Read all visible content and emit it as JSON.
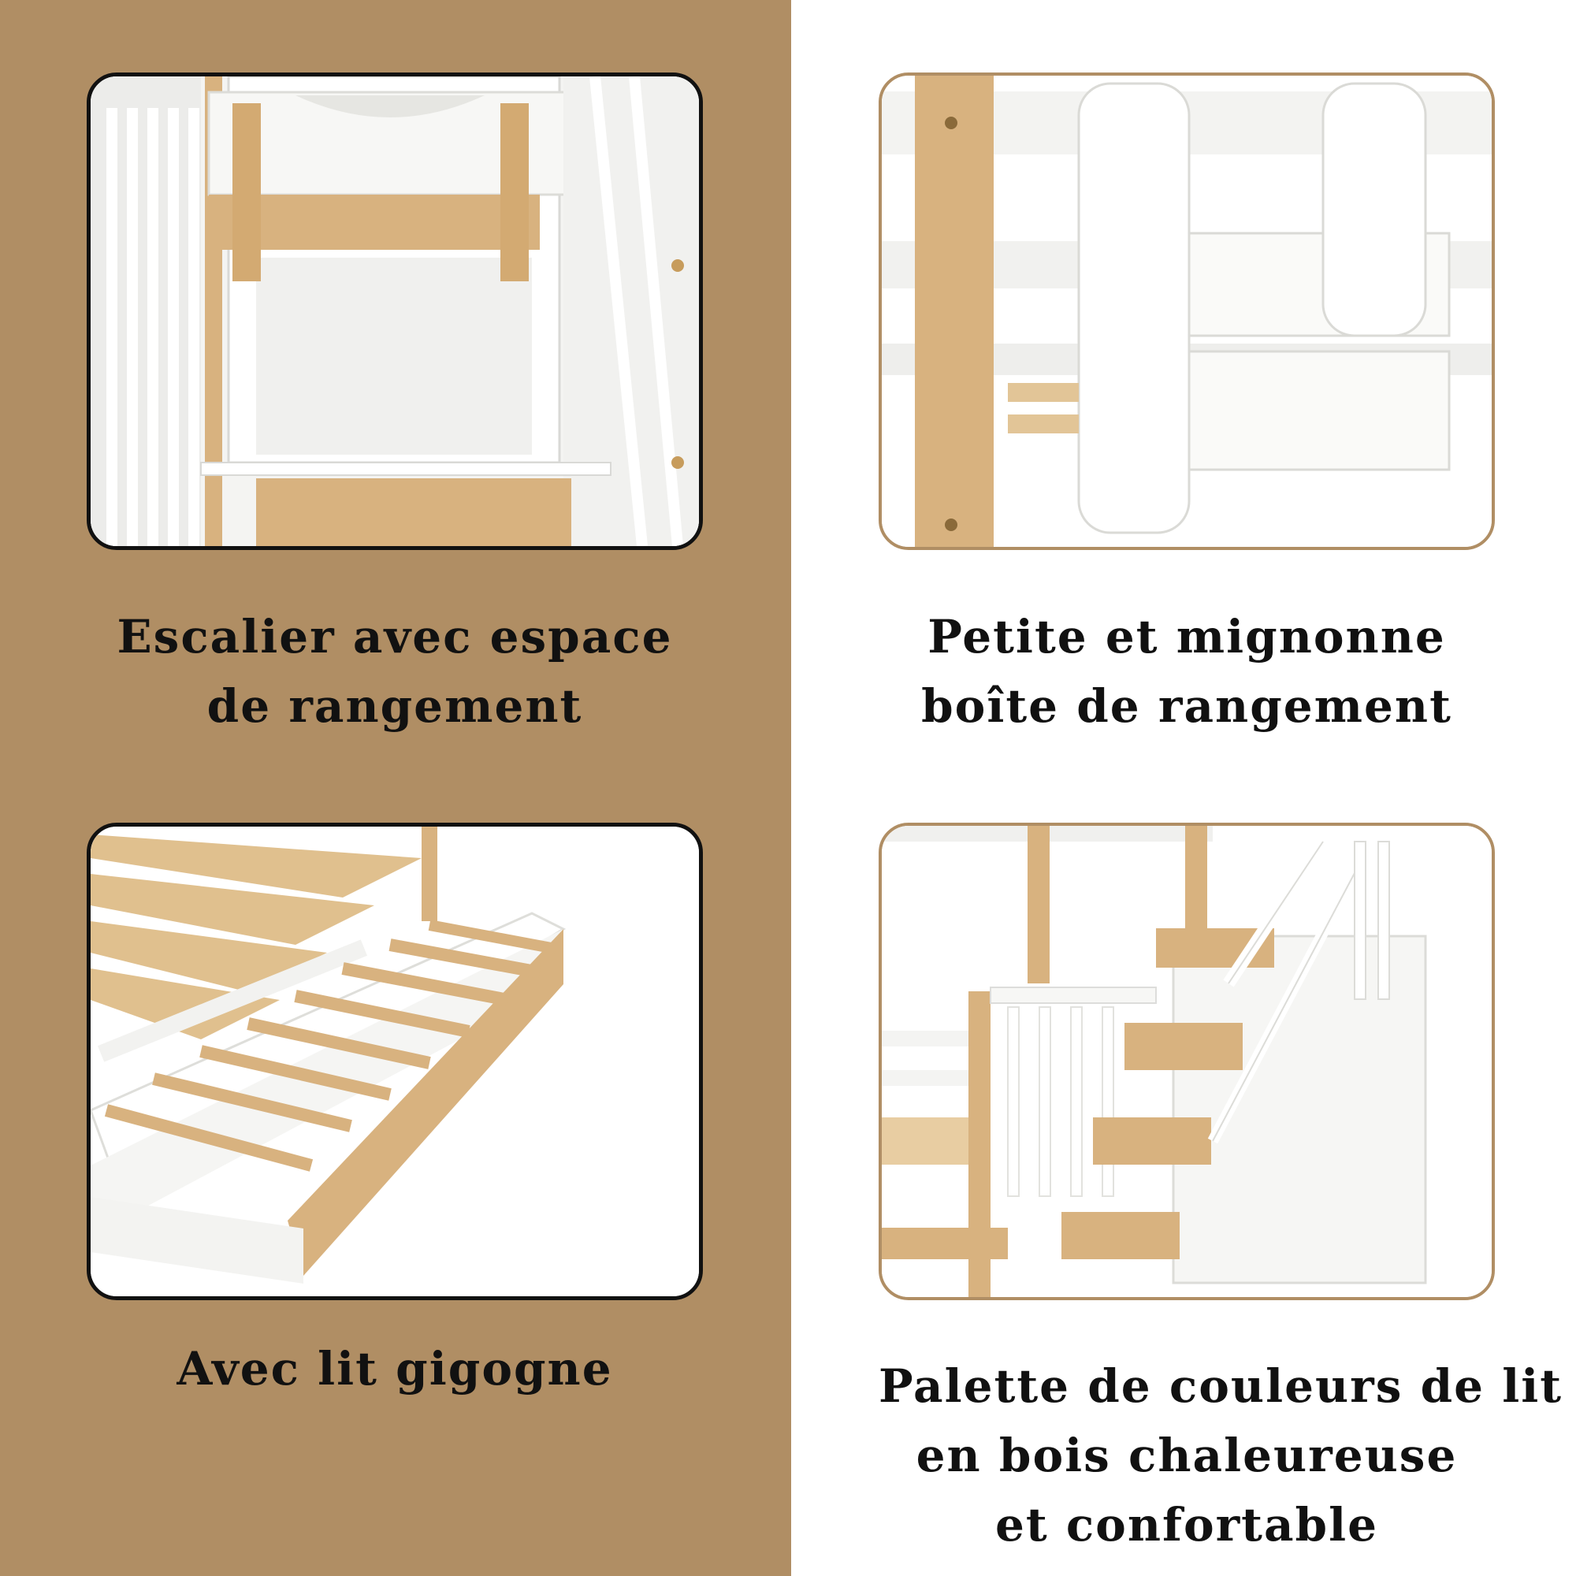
{
  "colors": {
    "left_background": "#b08e64",
    "right_background": "#ffffff",
    "wood": "#d8b27f",
    "white_paint": "#f7f7f5",
    "caption_text": "#111111"
  },
  "panels": [
    {
      "id": "stair-storage",
      "caption_lines": [
        "Escalier avec espace",
        "de rangement"
      ]
    },
    {
      "id": "small-storage-box",
      "caption_lines": [
        "Petite et mignonne",
        "boîte de rangement"
      ]
    },
    {
      "id": "trundle-bed",
      "caption_lines": [
        "Avec lit gigogne"
      ]
    },
    {
      "id": "wood-palette",
      "caption_lines": [
        "Palette de couleurs de lit",
        "en bois chaleureuse",
        "et confortable"
      ]
    }
  ]
}
